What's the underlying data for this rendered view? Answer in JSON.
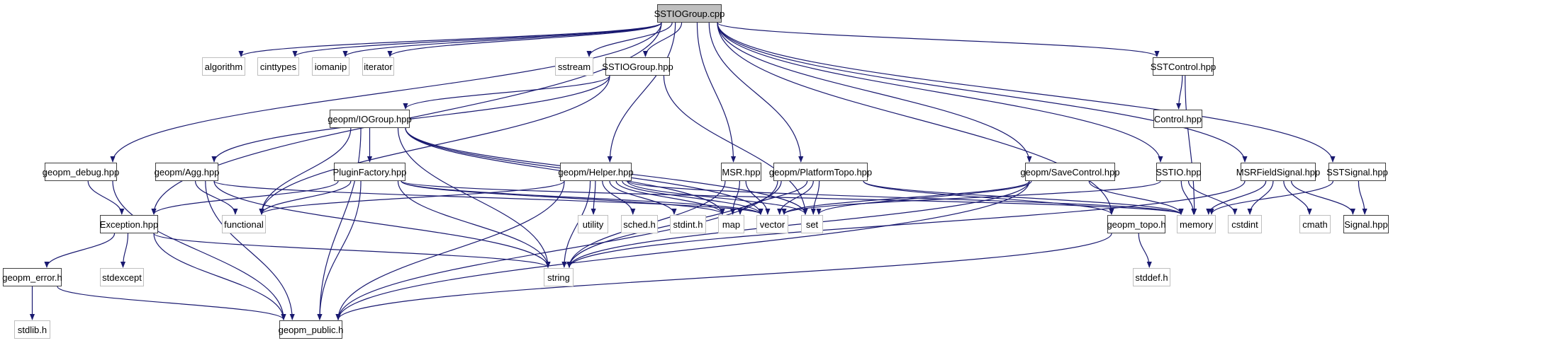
{
  "colors": {
    "edge": "#191970",
    "root_fill": "#bfbfbf",
    "file_border": "#404040",
    "system_border": "#bfbfbf"
  },
  "nodes": [
    {
      "id": "SSTIOGroup.cpp",
      "kind": "root"
    },
    {
      "id": "algorithm",
      "kind": "system"
    },
    {
      "id": "cinttypes",
      "kind": "system"
    },
    {
      "id": "iomanip",
      "kind": "system"
    },
    {
      "id": "iterator",
      "kind": "system"
    },
    {
      "id": "sstream",
      "kind": "system"
    },
    {
      "id": "SSTIOGroup.hpp",
      "kind": "file"
    },
    {
      "id": "SSTControl.hpp",
      "kind": "file"
    },
    {
      "id": "geopm/IOGroup.hpp",
      "kind": "file"
    },
    {
      "id": "Control.hpp",
      "kind": "file"
    },
    {
      "id": "geopm_debug.hpp",
      "kind": "file"
    },
    {
      "id": "geopm/Agg.hpp",
      "kind": "file"
    },
    {
      "id": "PluginFactory.hpp",
      "kind": "file"
    },
    {
      "id": "geopm/Helper.hpp",
      "kind": "file"
    },
    {
      "id": "MSR.hpp",
      "kind": "file"
    },
    {
      "id": "geopm/PlatformTopo.hpp",
      "kind": "file"
    },
    {
      "id": "geopm/SaveControl.hpp",
      "kind": "file"
    },
    {
      "id": "SSTIO.hpp",
      "kind": "file"
    },
    {
      "id": "MSRFieldSignal.hpp",
      "kind": "file"
    },
    {
      "id": "SSTSignal.hpp",
      "kind": "file"
    },
    {
      "id": "Exception.hpp",
      "kind": "file"
    },
    {
      "id": "functional",
      "kind": "system"
    },
    {
      "id": "utility",
      "kind": "system"
    },
    {
      "id": "sched.h",
      "kind": "system"
    },
    {
      "id": "stdint.h",
      "kind": "system"
    },
    {
      "id": "map",
      "kind": "system"
    },
    {
      "id": "vector",
      "kind": "system"
    },
    {
      "id": "set",
      "kind": "system"
    },
    {
      "id": "geopm_topo.h",
      "kind": "file"
    },
    {
      "id": "memory",
      "kind": "system"
    },
    {
      "id": "cstdint",
      "kind": "system"
    },
    {
      "id": "cmath",
      "kind": "system"
    },
    {
      "id": "Signal.hpp",
      "kind": "file"
    },
    {
      "id": "geopm_error.h",
      "kind": "file"
    },
    {
      "id": "stdexcept",
      "kind": "system"
    },
    {
      "id": "string",
      "kind": "system"
    },
    {
      "id": "stddef.h",
      "kind": "system"
    },
    {
      "id": "stdlib.h",
      "kind": "system"
    },
    {
      "id": "geopm_public.h",
      "kind": "file"
    }
  ],
  "edges": [
    [
      "SSTIOGroup.cpp",
      "geopm_debug.hpp"
    ],
    [
      "SSTIOGroup.cpp",
      "Exception.hpp"
    ],
    [
      "SSTIOGroup.cpp",
      "algorithm"
    ],
    [
      "SSTIOGroup.cpp",
      "cinttypes"
    ],
    [
      "SSTIOGroup.cpp",
      "iomanip"
    ],
    [
      "SSTIOGroup.cpp",
      "iterator"
    ],
    [
      "SSTIOGroup.cpp",
      "sstream"
    ],
    [
      "SSTIOGroup.cpp",
      "SSTIOGroup.hpp"
    ],
    [
      "SSTIOGroup.cpp",
      "geopm/Helper.hpp"
    ],
    [
      "SSTIOGroup.cpp",
      "MSR.hpp"
    ],
    [
      "SSTIOGroup.cpp",
      "geopm/PlatformTopo.hpp"
    ],
    [
      "SSTIOGroup.cpp",
      "geopm/SaveControl.hpp"
    ],
    [
      "SSTIOGroup.cpp",
      "geopm_topo.h"
    ],
    [
      "SSTIOGroup.cpp",
      "SSTControl.hpp"
    ],
    [
      "SSTIOGroup.cpp",
      "SSTIO.hpp"
    ],
    [
      "SSTIOGroup.cpp",
      "MSRFieldSignal.hpp"
    ],
    [
      "SSTIOGroup.cpp",
      "SSTSignal.hpp"
    ],
    [
      "SSTIOGroup.hpp",
      "geopm/Agg.hpp"
    ],
    [
      "SSTIOGroup.hpp",
      "geopm/IOGroup.hpp"
    ],
    [
      "SSTIOGroup.hpp",
      "functional"
    ],
    [
      "SSTIOGroup.hpp",
      "set"
    ],
    [
      "SSTControl.hpp",
      "Control.hpp"
    ],
    [
      "SSTControl.hpp",
      "memory"
    ],
    [
      "geopm/IOGroup.hpp",
      "PluginFactory.hpp"
    ],
    [
      "geopm/IOGroup.hpp",
      "functional"
    ],
    [
      "geopm/IOGroup.hpp",
      "geopm_public.h"
    ],
    [
      "geopm/IOGroup.hpp",
      "string"
    ],
    [
      "geopm/IOGroup.hpp",
      "map"
    ],
    [
      "geopm/IOGroup.hpp",
      "vector"
    ],
    [
      "geopm/IOGroup.hpp",
      "set"
    ],
    [
      "geopm/Agg.hpp",
      "functional"
    ],
    [
      "geopm/Agg.hpp",
      "geopm_public.h"
    ],
    [
      "geopm/Agg.hpp",
      "string"
    ],
    [
      "geopm/Agg.hpp",
      "vector"
    ],
    [
      "PluginFactory.hpp",
      "Exception.hpp"
    ],
    [
      "PluginFactory.hpp",
      "functional"
    ],
    [
      "PluginFactory.hpp",
      "geopm_public.h"
    ],
    [
      "PluginFactory.hpp",
      "string"
    ],
    [
      "PluginFactory.hpp",
      "map"
    ],
    [
      "PluginFactory.hpp",
      "vector"
    ],
    [
      "PluginFactory.hpp",
      "memory"
    ],
    [
      "geopm/Helper.hpp",
      "functional"
    ],
    [
      "geopm/Helper.hpp",
      "utility"
    ],
    [
      "geopm/Helper.hpp",
      "sched.h"
    ],
    [
      "geopm/Helper.hpp",
      "stdint.h"
    ],
    [
      "geopm/Helper.hpp",
      "map"
    ],
    [
      "geopm/Helper.hpp",
      "vector"
    ],
    [
      "geopm/Helper.hpp",
      "set"
    ],
    [
      "geopm/Helper.hpp",
      "string"
    ],
    [
      "geopm/Helper.hpp",
      "geopm_public.h"
    ],
    [
      "geopm/Helper.hpp",
      "memory"
    ],
    [
      "MSR.hpp",
      "map"
    ],
    [
      "MSR.hpp",
      "vector"
    ],
    [
      "MSR.hpp",
      "string"
    ],
    [
      "geopm/PlatformTopo.hpp",
      "map"
    ],
    [
      "geopm/PlatformTopo.hpp",
      "vector"
    ],
    [
      "geopm/PlatformTopo.hpp",
      "set"
    ],
    [
      "geopm/PlatformTopo.hpp",
      "string"
    ],
    [
      "geopm/PlatformTopo.hpp",
      "geopm_public.h"
    ],
    [
      "geopm/PlatformTopo.hpp",
      "memory"
    ],
    [
      "geopm/PlatformTopo.hpp",
      "geopm_topo.h"
    ],
    [
      "geopm/SaveControl.hpp",
      "vector"
    ],
    [
      "geopm/SaveControl.hpp",
      "set"
    ],
    [
      "geopm/SaveControl.hpp",
      "string"
    ],
    [
      "geopm/SaveControl.hpp",
      "geopm_public.h"
    ],
    [
      "geopm/SaveControl.hpp",
      "memory"
    ],
    [
      "SSTIO.hpp",
      "vector"
    ],
    [
      "SSTIO.hpp",
      "memory"
    ],
    [
      "SSTIO.hpp",
      "cstdint"
    ],
    [
      "MSRFieldSignal.hpp",
      "memory"
    ],
    [
      "MSRFieldSignal.hpp",
      "cstdint"
    ],
    [
      "MSRFieldSignal.hpp",
      "cmath"
    ],
    [
      "MSRFieldSignal.hpp",
      "Signal.hpp"
    ],
    [
      "MSRFieldSignal.hpp",
      "string"
    ],
    [
      "SSTSignal.hpp",
      "memory"
    ],
    [
      "SSTSignal.hpp",
      "Signal.hpp"
    ],
    [
      "geopm_debug.hpp",
      "Exception.hpp"
    ],
    [
      "geopm_debug.hpp",
      "geopm_public.h"
    ],
    [
      "Exception.hpp",
      "geopm_error.h"
    ],
    [
      "Exception.hpp",
      "stdexcept"
    ],
    [
      "Exception.hpp",
      "geopm_public.h"
    ],
    [
      "Exception.hpp",
      "string"
    ],
    [
      "geopm_error.h",
      "stdlib.h"
    ],
    [
      "geopm_error.h",
      "geopm_public.h"
    ],
    [
      "geopm_topo.h",
      "stddef.h"
    ],
    [
      "geopm_topo.h",
      "geopm_public.h"
    ]
  ]
}
